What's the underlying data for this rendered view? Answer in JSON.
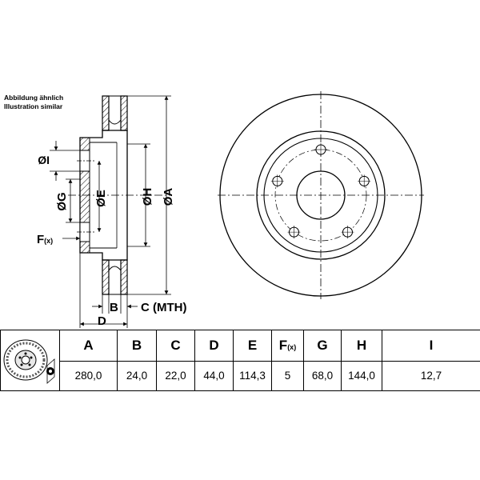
{
  "notes": {
    "line1": "Abbildung ähnlich",
    "line2": "Illustration similar"
  },
  "dimension_labels": {
    "I": "ØI",
    "G": "ØG",
    "E": "ØE",
    "H": "ØH",
    "A": "ØA",
    "F": "F",
    "F_sub": "(x)",
    "B": "B",
    "C": "C (MTH)",
    "D": "D"
  },
  "table": {
    "headers": [
      "A",
      "B",
      "C",
      "D",
      "E",
      "F",
      "G",
      "H",
      "I"
    ],
    "header_F_sub": "(x)",
    "values": [
      "280,0",
      "24,0",
      "22,0",
      "44,0",
      "114,3",
      "5",
      "68,0",
      "144,0",
      "12,7"
    ]
  },
  "icons": {
    "left": "brake-disc-icon",
    "right": "vented-disc-icon"
  }
}
